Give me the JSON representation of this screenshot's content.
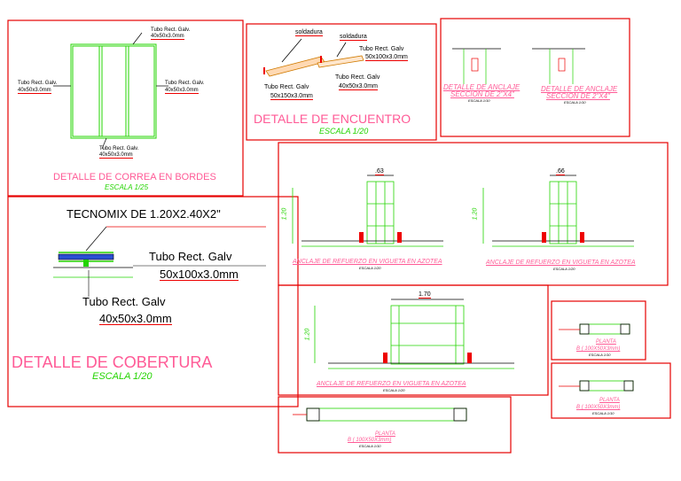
{
  "correa": {
    "title": "DETALLE DE CORREA EN BORDES",
    "scale": "ESCALA 1/25",
    "tube_label": "Tubo Rect. Galv.",
    "tube_dim": "40x50x3.0mm"
  },
  "encuentro": {
    "title": "DETALLE DE ENCUENTRO",
    "scale": "ESCALA 1/20",
    "weld_label": "soldadura",
    "tube_label": "Tubo Rect. Galv",
    "dim_a": "50x100x3.0mm",
    "dim_b": "40x50x3.0mm",
    "dim_c": "50x150x3.0mm"
  },
  "anclaje": {
    "title": "DETALLE DE ANCLAJE",
    "subtitle": "SECCION DE 2\"X4\"",
    "scale": "ESCALA 1/10"
  },
  "cobertura": {
    "title": "DETALLE DE COBERTURA",
    "scale": "ESCALA 1/20",
    "panel": "TECNOMIX DE 1.20X2.40X2\"",
    "tube_label": "Tubo Rect. Galv",
    "dim_a": "50x100x3.0mm",
    "dim_b": "40x50x3.0mm"
  },
  "refuerzo": {
    "title": "ANCLAJE DE REFUERZO  EN VIGUETA EN AZOTEA",
    "scale": "ESCALA 1/20",
    "dim_top_1": ".63",
    "dim_top_2": ".66",
    "dim_top_3": "1.70",
    "dim_side": "1.20"
  },
  "planta": {
    "title": "PLANTA",
    "detail": "B  ( 100X50X3mm)",
    "scale": "ESCALA 1/10"
  }
}
